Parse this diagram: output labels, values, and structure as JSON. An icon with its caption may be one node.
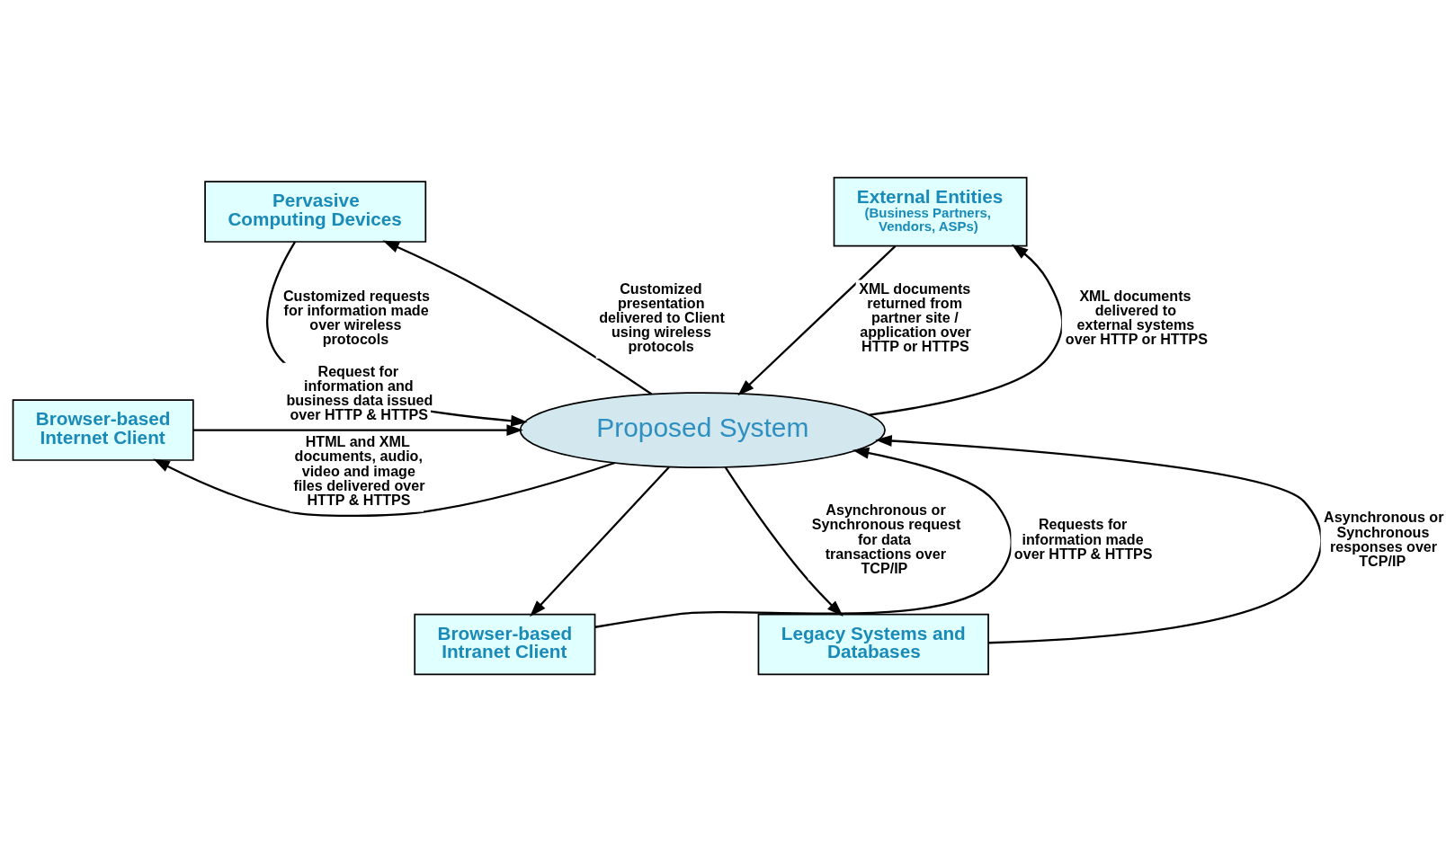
{
  "diagram": {
    "nodes": [
      {
        "text": [
          "Proposed System"
        ]
      },
      {
        "text": [
          "Pervasive Computing Devices"
        ]
      },
      {
        "text": [
          "External Entities",
          "(Business Partners, Vendors, ASPs)"
        ]
      },
      {
        "text": [
          "Browser-based Internet Client"
        ]
      },
      {
        "text": [
          "Legacy Systems and Databases"
        ]
      },
      {
        "text": [
          "Browser-based Intranet Client"
        ]
      }
    ],
    "edges": [
      {
        "from": 1,
        "to": 0,
        "arrow": "to",
        "label": "Customized requests for information made over wireless protocols"
      },
      {
        "from": 0,
        "to": 1,
        "arrow": "to",
        "label": "Customized presentation delivered to Client using wireless protocols"
      },
      {
        "from": 0,
        "to": 2,
        "arrow": "to",
        "label": "XML documents delivered to external systems over HTTP or HTTPS"
      },
      {
        "from": 2,
        "to": 0,
        "arrow": "to",
        "label": "XML documents returned from partner site / application over HTTP or HTTPS"
      },
      {
        "from": 3,
        "to": 0,
        "arrow": "to",
        "label": "Request for information and business data issued over HTTP & HTTPS"
      },
      {
        "from": 0,
        "to": 3,
        "arrow": "to",
        "label": "HTML and XML documents, audio, video and image files delivered over HTTP & HTTPS"
      },
      {
        "from": 0,
        "to": 4,
        "arrow": "to",
        "label": "Asynchronous or Synchronous request for data transactions over TCP/IP"
      },
      {
        "from": 4,
        "to": 0,
        "arrow": "to",
        "label": "Asynchronous or Synchronous responses over TCP/IP"
      },
      {
        "from": 5,
        "to": 0,
        "arrow": "to",
        "label": "Requests for information made over HTTP & HTTPS"
      },
      {
        "from": 0,
        "to": 5,
        "arrow": "to"
      }
    ]
  }
}
